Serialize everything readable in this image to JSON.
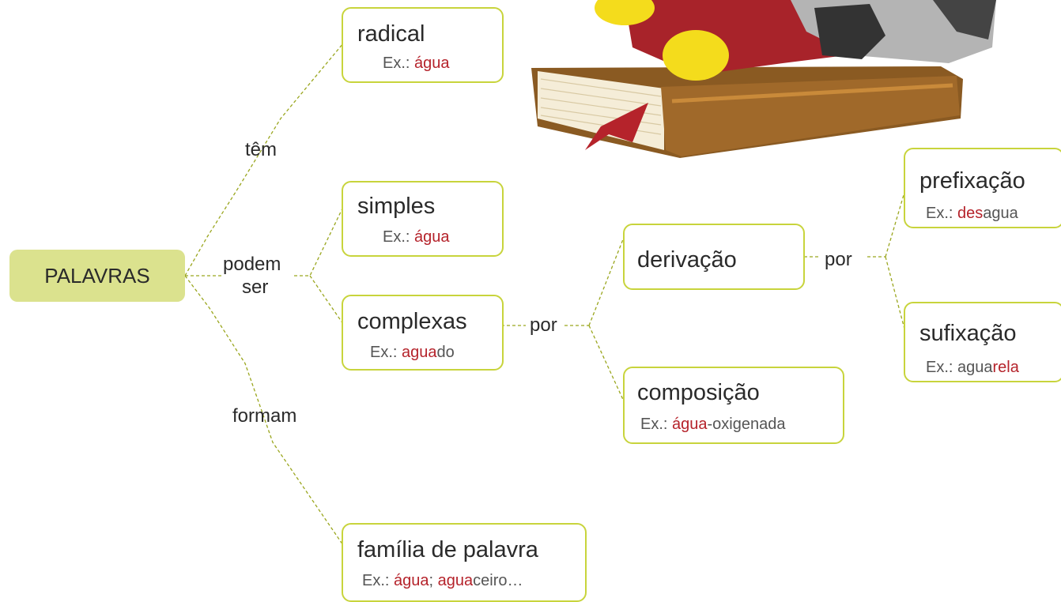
{
  "root": {
    "label": "PALAVRAS"
  },
  "connectors": {
    "tem": "têm",
    "podem": "podem",
    "ser": "ser",
    "formam": "formam",
    "por1": "por",
    "por2": "por"
  },
  "nodes": {
    "radical": {
      "title": "radical",
      "ex_label": "Ex.:",
      "ex_parts": [
        {
          "t": "água",
          "hl": true
        }
      ]
    },
    "simples": {
      "title": "simples",
      "ex_label": "Ex.:",
      "ex_parts": [
        {
          "t": "água",
          "hl": true
        }
      ]
    },
    "complexas": {
      "title": "complexas",
      "ex_label": "Ex.:",
      "ex_parts": [
        {
          "t": "agua",
          "hl": true
        },
        {
          "t": "do",
          "hl": false
        }
      ]
    },
    "derivacao": {
      "title": "derivação"
    },
    "composicao": {
      "title": "composição",
      "ex_label": "Ex.:",
      "ex_parts": [
        {
          "t": "água",
          "hl": true
        },
        {
          "t": "-oxigenada",
          "hl": false
        }
      ]
    },
    "prefixacao": {
      "title": "prefixação",
      "ex_label": "Ex.:",
      "ex_parts": [
        {
          "t": "des",
          "hl": true
        },
        {
          "t": "agua",
          "hl": false
        }
      ]
    },
    "sufixacao": {
      "title": "sufixação",
      "ex_label": "Ex.:",
      "ex_parts": [
        {
          "t": "agua",
          "hl": false
        },
        {
          "t": "rela",
          "hl": true
        }
      ]
    },
    "familia": {
      "title": "família de palavra",
      "ex_label": "Ex.:",
      "ex_parts": [
        {
          "t": "água",
          "hl": true
        },
        {
          "t": "; ",
          "hl": false
        },
        {
          "t": "agua",
          "hl": true
        },
        {
          "t": "ceiro…",
          "hl": false
        }
      ]
    }
  },
  "colors": {
    "root_fill": "#dbe28e",
    "box_border": "#c8d43c",
    "line": "#9aa61e",
    "highlight": "#b5232b"
  },
  "illustration": {
    "description_icon": "mascot-reading-book-icon"
  }
}
